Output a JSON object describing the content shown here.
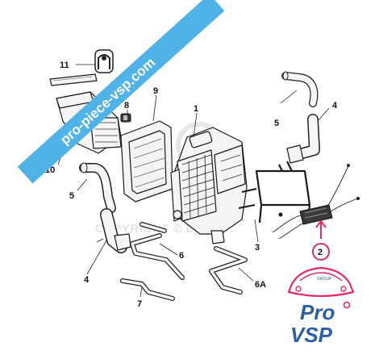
{
  "banner": {
    "text": "pro-piece-vsp.com",
    "color": "#4fb3e8"
  },
  "watermark": {
    "text": "COPYRIGHT © by PIS"
  },
  "callouts": {
    "c1": "1",
    "c2": "2",
    "c3": "3",
    "c4a": "4",
    "c4b": "4",
    "c5a": "5",
    "c5b": "5",
    "c6": "6",
    "c6a": "6A",
    "c7": "7",
    "c8": "8",
    "c9": "9",
    "c10": "10",
    "c11": "11"
  },
  "logo": {
    "group_text": "GROUP",
    "line1": "Pro",
    "line2": "VSP",
    "brand_pink": "#e4286a",
    "brand_blue": "#2b5fa8"
  },
  "highlight_color": "#e4286a"
}
